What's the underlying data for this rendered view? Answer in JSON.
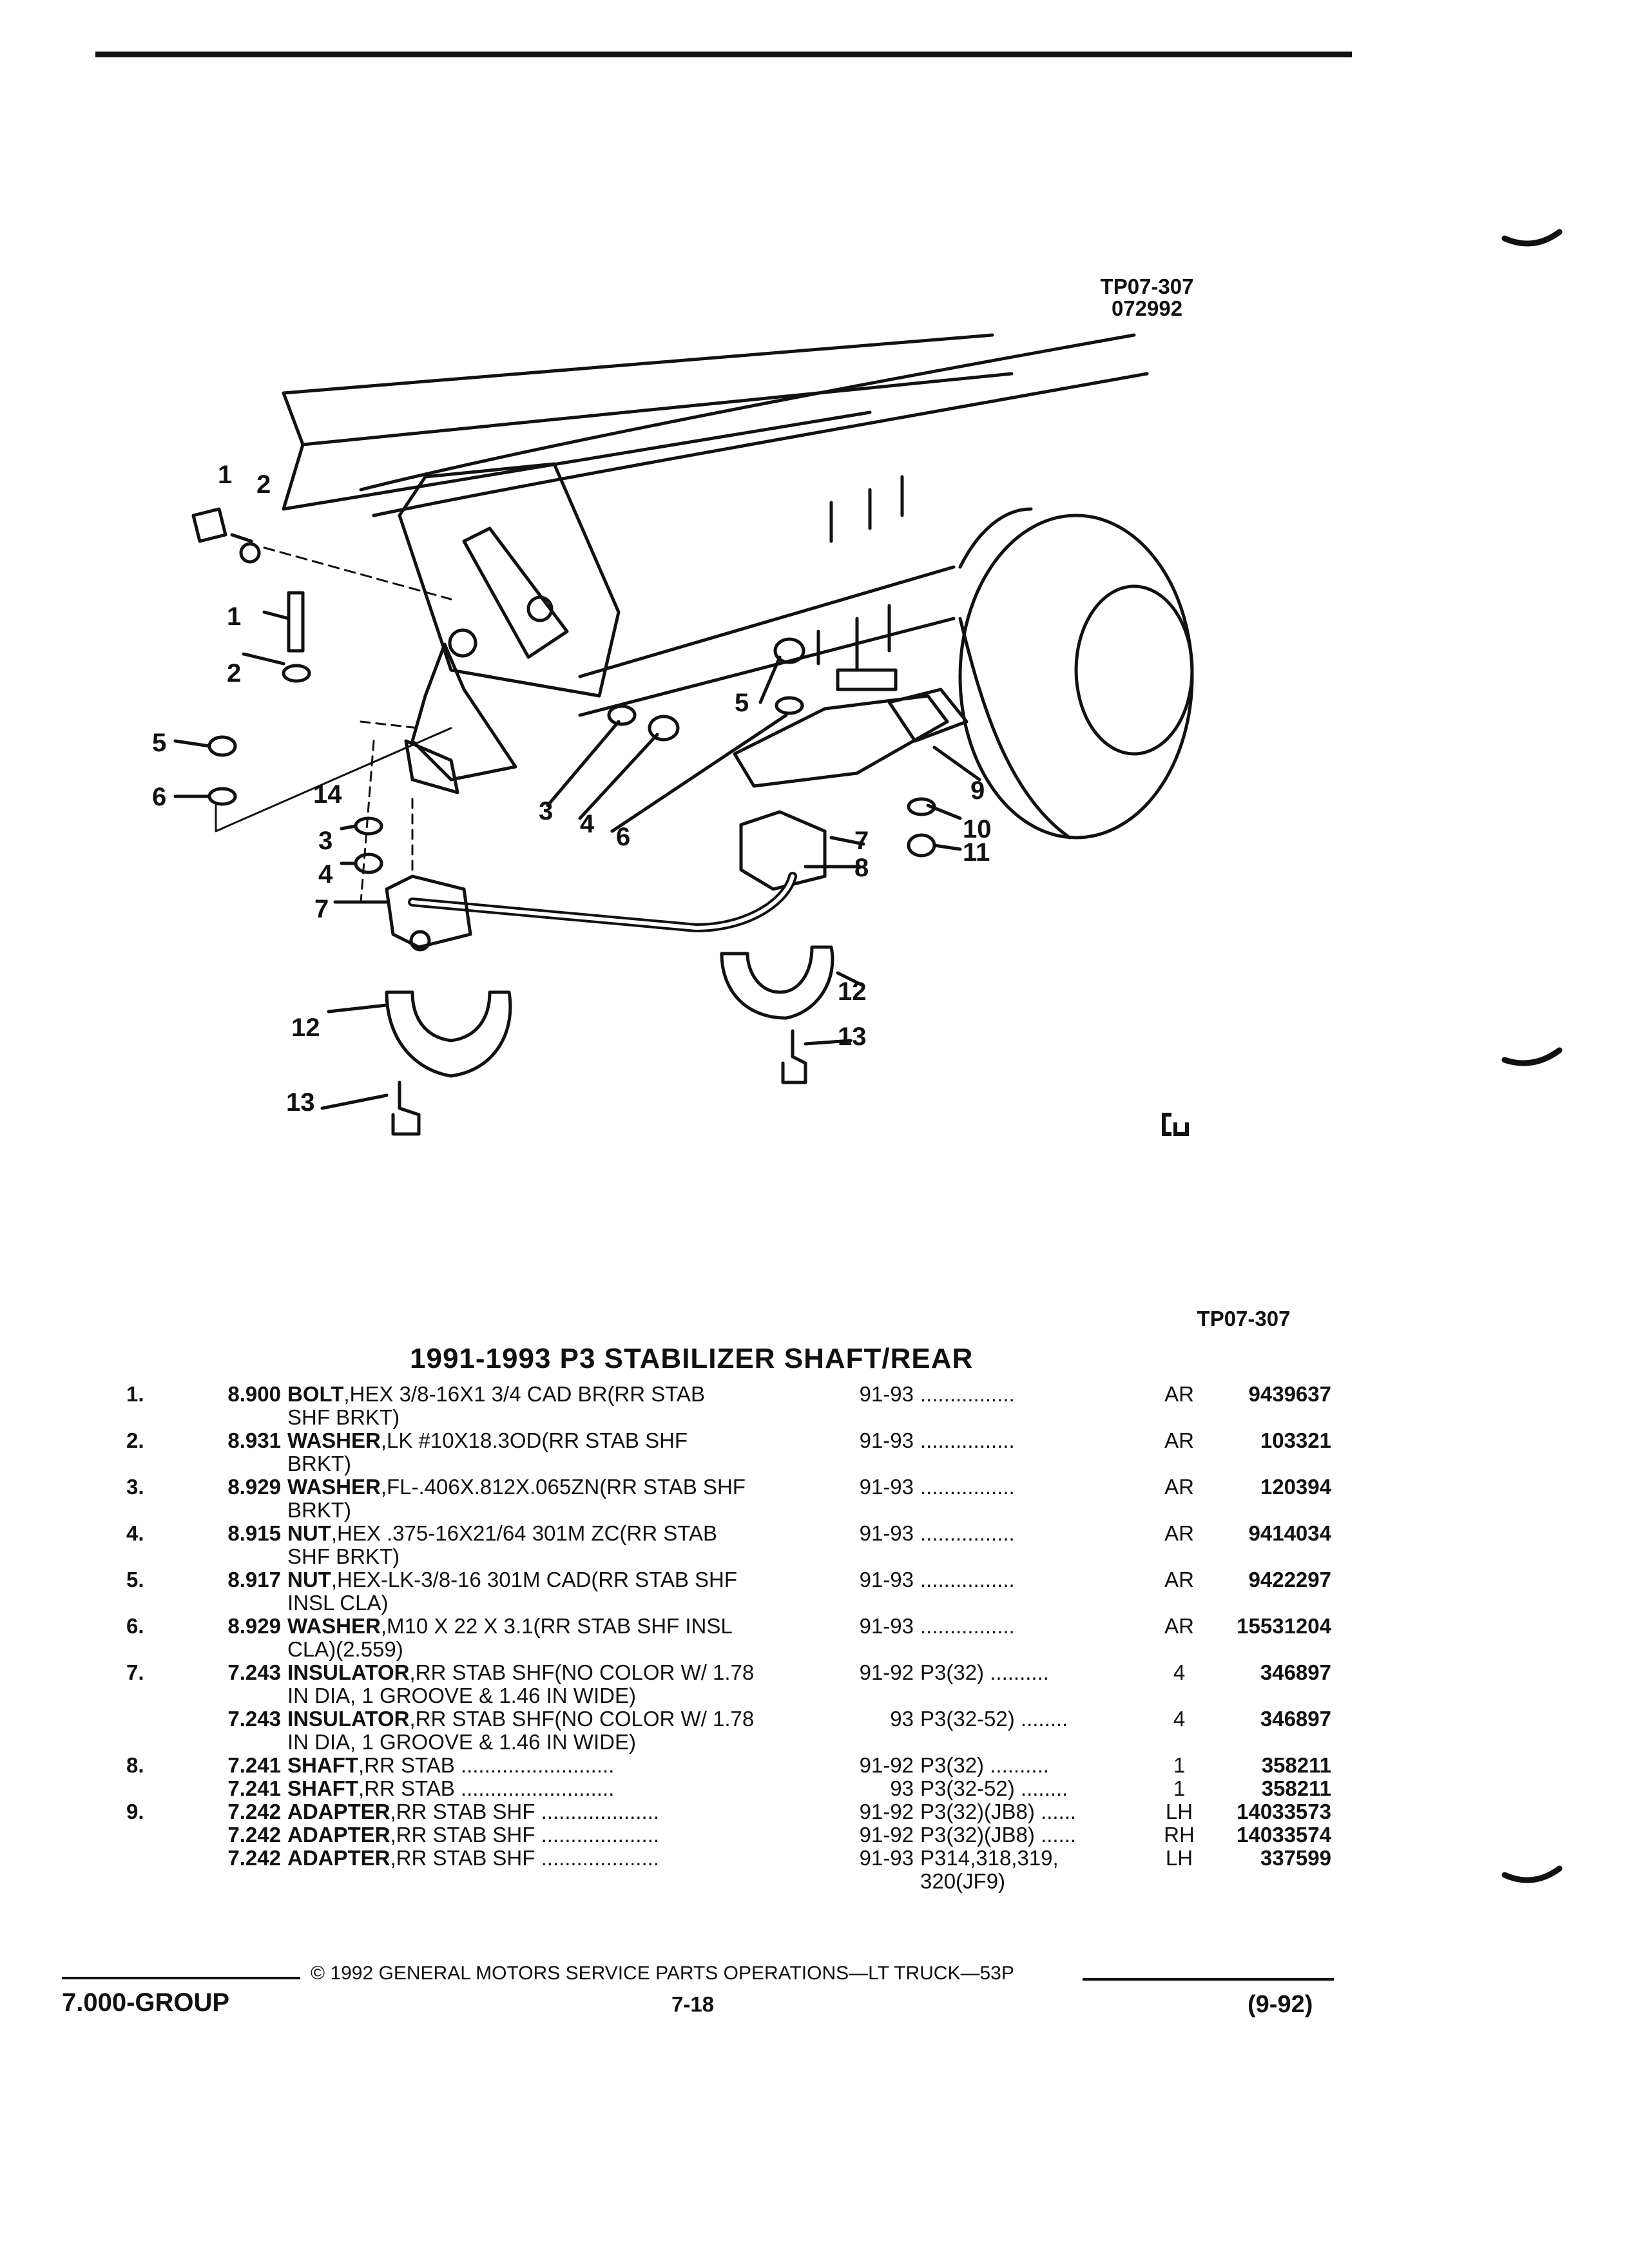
{
  "page": {
    "diagram_code": "TP07-307",
    "diagram_date": "072992",
    "diagram_ref": "TP07-307",
    "title": "1991-1993 P3 STABILIZER SHAFT/REAR"
  },
  "callouts": [
    "1",
    "2",
    "1",
    "2",
    "5",
    "6",
    "14",
    "3",
    "4",
    "7",
    "3",
    "4",
    "6",
    "5",
    "7",
    "8",
    "9",
    "10",
    "11",
    "12",
    "13",
    "12",
    "13"
  ],
  "parts": [
    {
      "item": "1.",
      "code": "8.900",
      "name": "BOLT",
      "desc": ",HEX 3/8-16X1 3/4 CAD BR(RR STAB",
      "desc2": "SHF BRKT)",
      "years": "91-93",
      "model": "",
      "leader": "................",
      "qty": "AR",
      "part": "9439637"
    },
    {
      "item": "2.",
      "code": "8.931",
      "name": "WASHER",
      "desc": ",LK #10X18.3OD(RR STAB SHF",
      "desc2": "BRKT)",
      "years": "91-93",
      "model": "",
      "leader": "................",
      "qty": "AR",
      "part": "103321"
    },
    {
      "item": "3.",
      "code": "8.929",
      "name": "WASHER",
      "desc": ",FL-.406X.812X.065ZN(RR STAB SHF",
      "desc2": "BRKT)",
      "years": "91-93",
      "model": "",
      "leader": "................",
      "qty": "AR",
      "part": "120394"
    },
    {
      "item": "4.",
      "code": "8.915",
      "name": "NUT",
      "desc": ",HEX .375-16X21/64 301M ZC(RR STAB",
      "desc2": "SHF BRKT)",
      "years": "91-93",
      "model": "",
      "leader": "................",
      "qty": "AR",
      "part": "9414034"
    },
    {
      "item": "5.",
      "code": "8.917",
      "name": "NUT",
      "desc": ",HEX-LK-3/8-16 301M CAD(RR STAB SHF",
      "desc2": "INSL CLA)",
      "years": "91-93",
      "model": "",
      "leader": "................",
      "qty": "AR",
      "part": "9422297"
    },
    {
      "item": "6.",
      "code": "8.929",
      "name": "WASHER",
      "desc": ",M10 X 22 X 3.1(RR STAB SHF INSL",
      "desc2": "CLA)(2.559)",
      "years": "91-93",
      "model": "",
      "leader": "................",
      "qty": "AR",
      "part": "15531204"
    },
    {
      "item": "7.",
      "code": "7.243",
      "name": "INSULATOR",
      "desc": ",RR STAB SHF(NO COLOR W/ 1.78",
      "desc2": "IN DIA, 1 GROOVE & 1.46 IN WIDE)",
      "years": "91-92",
      "model": "P3(32)",
      "leader": "..........",
      "qty": "4",
      "part": "346897"
    },
    {
      "item": "",
      "code": "7.243",
      "name": "INSULATOR",
      "desc": ",RR STAB SHF(NO COLOR W/ 1.78",
      "desc2": "IN DIA, 1 GROOVE & 1.46 IN WIDE)",
      "years": "93",
      "model": "P3(32-52)",
      "leader": "........",
      "qty": "4",
      "part": "346897"
    },
    {
      "item": "8.",
      "code": "7.241",
      "name": "SHAFT",
      "desc": ",RR STAB ..........................",
      "desc2": "",
      "years": "91-92",
      "model": "P3(32)",
      "leader": "..........",
      "qty": "1",
      "part": "358211"
    },
    {
      "item": "",
      "code": "7.241",
      "name": "SHAFT",
      "desc": ",RR STAB ..........................",
      "desc2": "",
      "years": "93",
      "model": "P3(32-52)",
      "leader": "........",
      "qty": "1",
      "part": "358211"
    },
    {
      "item": "9.",
      "code": "7.242",
      "name": "ADAPTER",
      "desc": ",RR STAB SHF ....................",
      "desc2": "",
      "years": "91-92",
      "model": "P3(32)(JB8)",
      "leader": "......",
      "qty": "LH",
      "part": "14033573"
    },
    {
      "item": "",
      "code": "7.242",
      "name": "ADAPTER",
      "desc": ",RR STAB SHF ....................",
      "desc2": "",
      "years": "91-92",
      "model": "P3(32)(JB8)",
      "leader": "......",
      "qty": "RH",
      "part": "14033574"
    },
    {
      "item": "",
      "code": "7.242",
      "name": "ADAPTER",
      "desc": ",RR STAB SHF ....................",
      "desc2": "",
      "years": "91-93",
      "model": "P314,318,319,",
      "model2": "320(JF9)",
      "leader": "",
      "qty": "LH",
      "part": "337599"
    }
  ],
  "footer": {
    "group": "7.000-GROUP",
    "copyright": "© 1992 GENERAL MOTORS SERVICE PARTS OPERATIONS—LT TRUCK—53P",
    "page_number": "7-18",
    "revision": "(9-92)"
  }
}
